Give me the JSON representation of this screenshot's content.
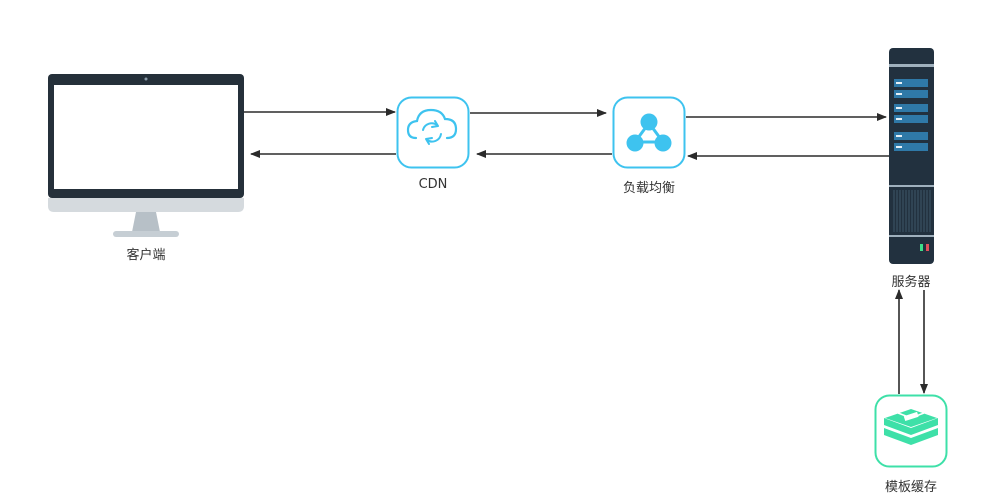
{
  "nodes": {
    "client": {
      "label": "客户端"
    },
    "cdn": {
      "label": "CDN"
    },
    "load_balancer": {
      "label": "负载均衡"
    },
    "server": {
      "label": "服务器"
    },
    "template_cache": {
      "label": "模板缓存"
    }
  },
  "colors": {
    "cdn_accent": "#3ec3ef",
    "cache_accent": "#3ee0a8",
    "arrow": "#2b2b2b",
    "monitor_frame": "#25303a",
    "server_body": "#22313f"
  },
  "icons": {
    "client": "desktop-monitor-icon",
    "cdn": "cloud-sync-icon",
    "load_balancer": "network-nodes-icon",
    "server": "server-rack-icon",
    "template_cache": "stacked-layers-icon"
  }
}
